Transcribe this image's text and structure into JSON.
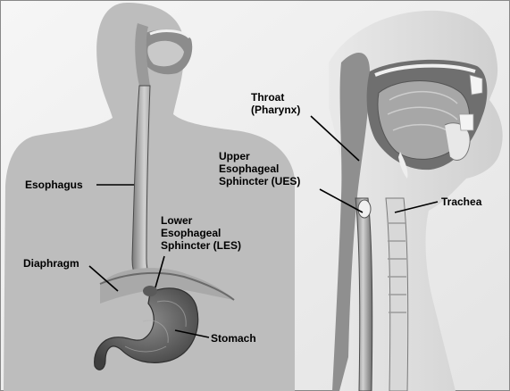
{
  "labels": {
    "esophagus": "Esophagus",
    "lower_sphincter": "Lower\nEsophageal\nSphincter (LES)",
    "diaphragm": "Diaphragm",
    "stomach": "Stomach",
    "throat": "Throat\n(Pharynx)",
    "upper_sphincter": "Upper\nEsophageal\nSphincter (UES)",
    "trachea": "Trachea"
  },
  "colors": {
    "background": "#f2f2f2",
    "body_silhouette": "#bdbdbd",
    "tissue_dark": "#5e5e5e",
    "tissue_mid": "#8a8a8a",
    "tissue_light": "#d6d6d6",
    "label_text": "#000000"
  }
}
